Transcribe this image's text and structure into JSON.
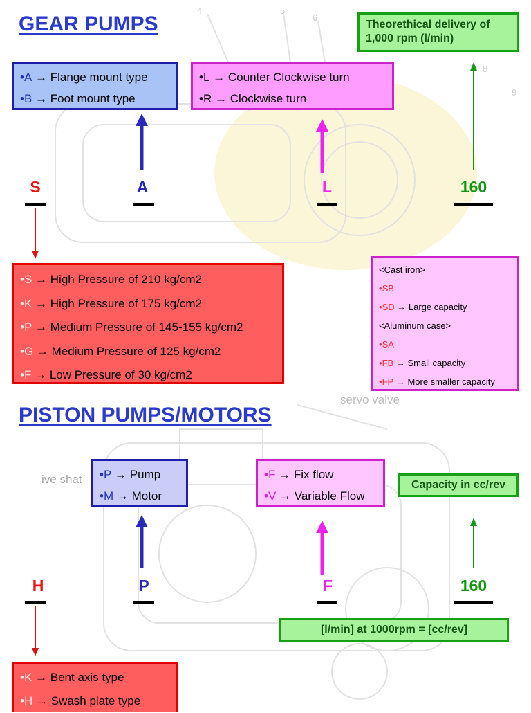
{
  "gear": {
    "title": "GEAR PUMPS",
    "theoretical": "Theorethical delivery of 1,000 rpm (l/min)",
    "mount": [
      {
        "bullet": "•",
        "code": "A",
        "arrow": "→",
        "text": "Flange mount type"
      },
      {
        "bullet": "•",
        "code": "B",
        "arrow": "→",
        "text": "Foot mount type"
      }
    ],
    "rotation": [
      {
        "bullet": "•",
        "code": "L",
        "arrow": "→",
        "text": "Counter Clockwise turn"
      },
      {
        "bullet": "•",
        "code": "R",
        "arrow": "→",
        "text": "Clockwise turn"
      }
    ],
    "codes": {
      "s": "S",
      "a": "A",
      "l": "L",
      "n": "160"
    },
    "pressure": [
      {
        "bullet": "•",
        "code": "S",
        "arrow": "→",
        "text": "High Pressure of 210 kg/cm2"
      },
      {
        "bullet": "•",
        "code": "K",
        "arrow": "→",
        "text": "High Pressure of 175 kg/cm2"
      },
      {
        "bullet": "•",
        "code": "P",
        "arrow": "→",
        "text": "Medium Pressure of 145-155 kg/cm2"
      },
      {
        "bullet": "•",
        "code": "G",
        "arrow": "→",
        "text": "Medium Pressure of 125 kg/cm2"
      },
      {
        "bullet": "•",
        "code": "F",
        "arrow": "→",
        "text": "Low Pressure of 30 kg/cm2"
      }
    ],
    "material": {
      "cast_header": "<Cast iron>",
      "cast_items": [
        {
          "bullet": "•",
          "code": "SB",
          "arrow": "",
          "text": ""
        },
        {
          "bullet": "•",
          "code": "SD",
          "arrow": "→",
          "text": "Large capacity"
        }
      ],
      "alu_header": "<Aluminum case>",
      "alu_items": [
        {
          "bullet": "•",
          "code": "SA",
          "arrow": "",
          "text": ""
        },
        {
          "bullet": "•",
          "code": "FB",
          "arrow": "→",
          "text": "Small capacity"
        },
        {
          "bullet": "•",
          "code": "FP",
          "arrow": "→",
          "text": "More smaller capacity"
        }
      ]
    }
  },
  "piston": {
    "title": "PISTON PUMPS/MOTORS",
    "type": [
      {
        "bullet": "•",
        "code": "P",
        "arrow": "→",
        "text": "Pump"
      },
      {
        "bullet": "•",
        "code": "M",
        "arrow": "→",
        "text": "Motor"
      }
    ],
    "flow": [
      {
        "bullet": "•",
        "code": "F",
        "arrow": "→",
        "text": "Fix flow"
      },
      {
        "bullet": "•",
        "code": "V",
        "arrow": "→",
        "text": "Variable Flow"
      }
    ],
    "capacity": "Capacity in cc/rev",
    "codes": {
      "h": "H",
      "p": "P",
      "f": "F",
      "n": "160"
    },
    "formula": "[l/min] at 1000rpm = [cc/rev]",
    "axis": [
      {
        "bullet": "•",
        "code": "K",
        "arrow": "→",
        "text": "Bent axis type"
      },
      {
        "bullet": "•",
        "code": "H",
        "arrow": "→",
        "text": "Swash plate type"
      }
    ]
  },
  "background_labels": {
    "servo_valve": "servo valve",
    "drive_shaft": "ive shat",
    "part_numbers": [
      "4",
      "5",
      "6",
      "8",
      "9"
    ]
  },
  "colors": {
    "title": "#2a3bcc",
    "blue_arrow": "#2a2ab8",
    "pink_arrow": "#ee22ee",
    "red_arrow": "#dd1111",
    "green_arrow": "#119911"
  }
}
